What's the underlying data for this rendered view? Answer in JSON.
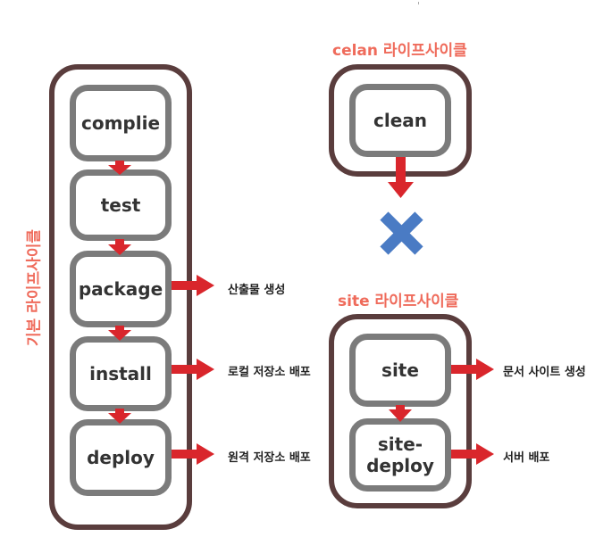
{
  "default_lifecycle": {
    "label": "기본 라이프사이클",
    "stages": [
      {
        "name": "complie",
        "output": ""
      },
      {
        "name": "test",
        "output": ""
      },
      {
        "name": "package",
        "output": "산출물 생성"
      },
      {
        "name": "install",
        "output": "로컬 저장소 배포"
      },
      {
        "name": "deploy",
        "output": "원격 저장소 배포"
      }
    ]
  },
  "clean_lifecycle": {
    "title": "celan 라이프사이클",
    "stage": "clean"
  },
  "site_lifecycle": {
    "title": "site 라이프사이클",
    "stages": [
      {
        "name": "site",
        "output": "문서 사이트 생성"
      },
      {
        "name": "site-\ndeploy",
        "output": "서버 배포"
      }
    ]
  },
  "colors": {
    "arrow": "#d9262c",
    "cross": "#4a7bc4",
    "accent_text": "#ef6b5b",
    "outer_border": "#5a3d3d",
    "stage_border": "#7b7b7b"
  },
  "icons": [
    "down-arrow-icon",
    "right-arrow-icon",
    "cross-icon"
  ]
}
